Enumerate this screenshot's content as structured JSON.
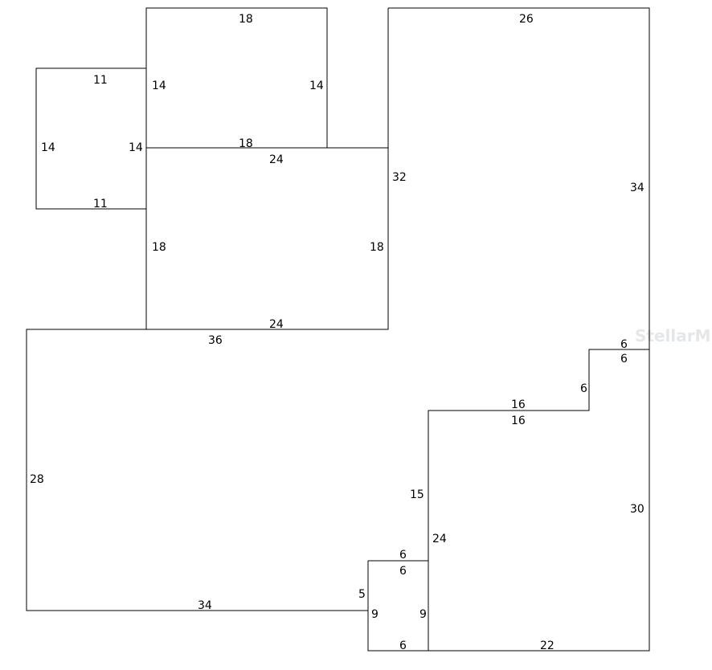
{
  "plan": {
    "watermark": "StellarMLS",
    "labels": {
      "room_a_top": "11",
      "room_a_left": "14",
      "room_a_right": "14",
      "room_a_bottom": "11",
      "room_b_top": "18",
      "room_b_left": "14",
      "room_b_right": "14",
      "room_b_bottom": "18",
      "room_c_top": "24",
      "room_c_left": "18",
      "room_c_right": "18",
      "room_c_bottom": "24",
      "main_top": "26",
      "main_left": "32",
      "main_right": "34",
      "step_top": "6",
      "step_bottom": "6",
      "step_side": "6",
      "ledge_top": "16",
      "ledge_bottom": "16",
      "lower_right": "30",
      "lower_bottom": "22",
      "inner_upper": "15",
      "inner_lower": "24",
      "wing_top": "36",
      "wing_left": "28",
      "wing_bottom": "34",
      "notch_top_outer": "6",
      "notch_top_inner": "6",
      "notch_left_upper": "5",
      "notch_left": "9",
      "notch_right": "9",
      "notch_bottom": "6"
    }
  }
}
